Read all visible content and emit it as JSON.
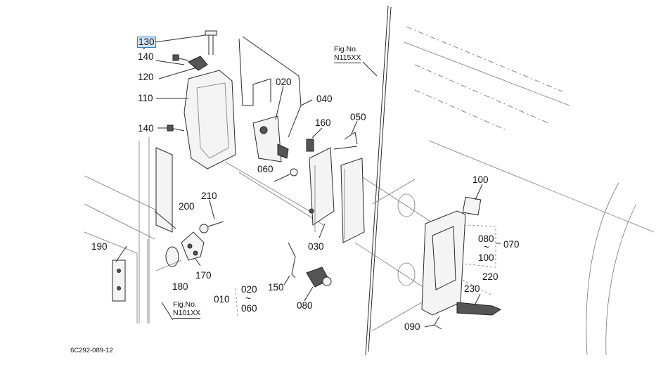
{
  "labels": {
    "p130": "130",
    "p140a": "140",
    "p120": "120",
    "p110": "110",
    "p140b": "140",
    "p020a": "020",
    "p040": "040",
    "p160": "160",
    "p050": "050",
    "p060a": "060",
    "p100a": "100",
    "p210": "210",
    "p200": "200",
    "p190": "190",
    "p170": "170",
    "p180": "180",
    "p030": "030",
    "p080a": "080",
    "p080_tilde": "~",
    "p100b": "100",
    "p070": "070",
    "p220": "220",
    "p230": "230",
    "p150": "150",
    "p010": "010",
    "p020b": "020",
    "p010_tilde": "~",
    "p060b": "060",
    "p080b": "080",
    "p090": "090"
  },
  "fig_refs": {
    "top": {
      "line1": "Fig.No.",
      "line2": "N115XX"
    },
    "bottom": {
      "line1": "Fig.No.",
      "line2": "N101XX"
    }
  },
  "diagram_code": "6C292-089-12"
}
